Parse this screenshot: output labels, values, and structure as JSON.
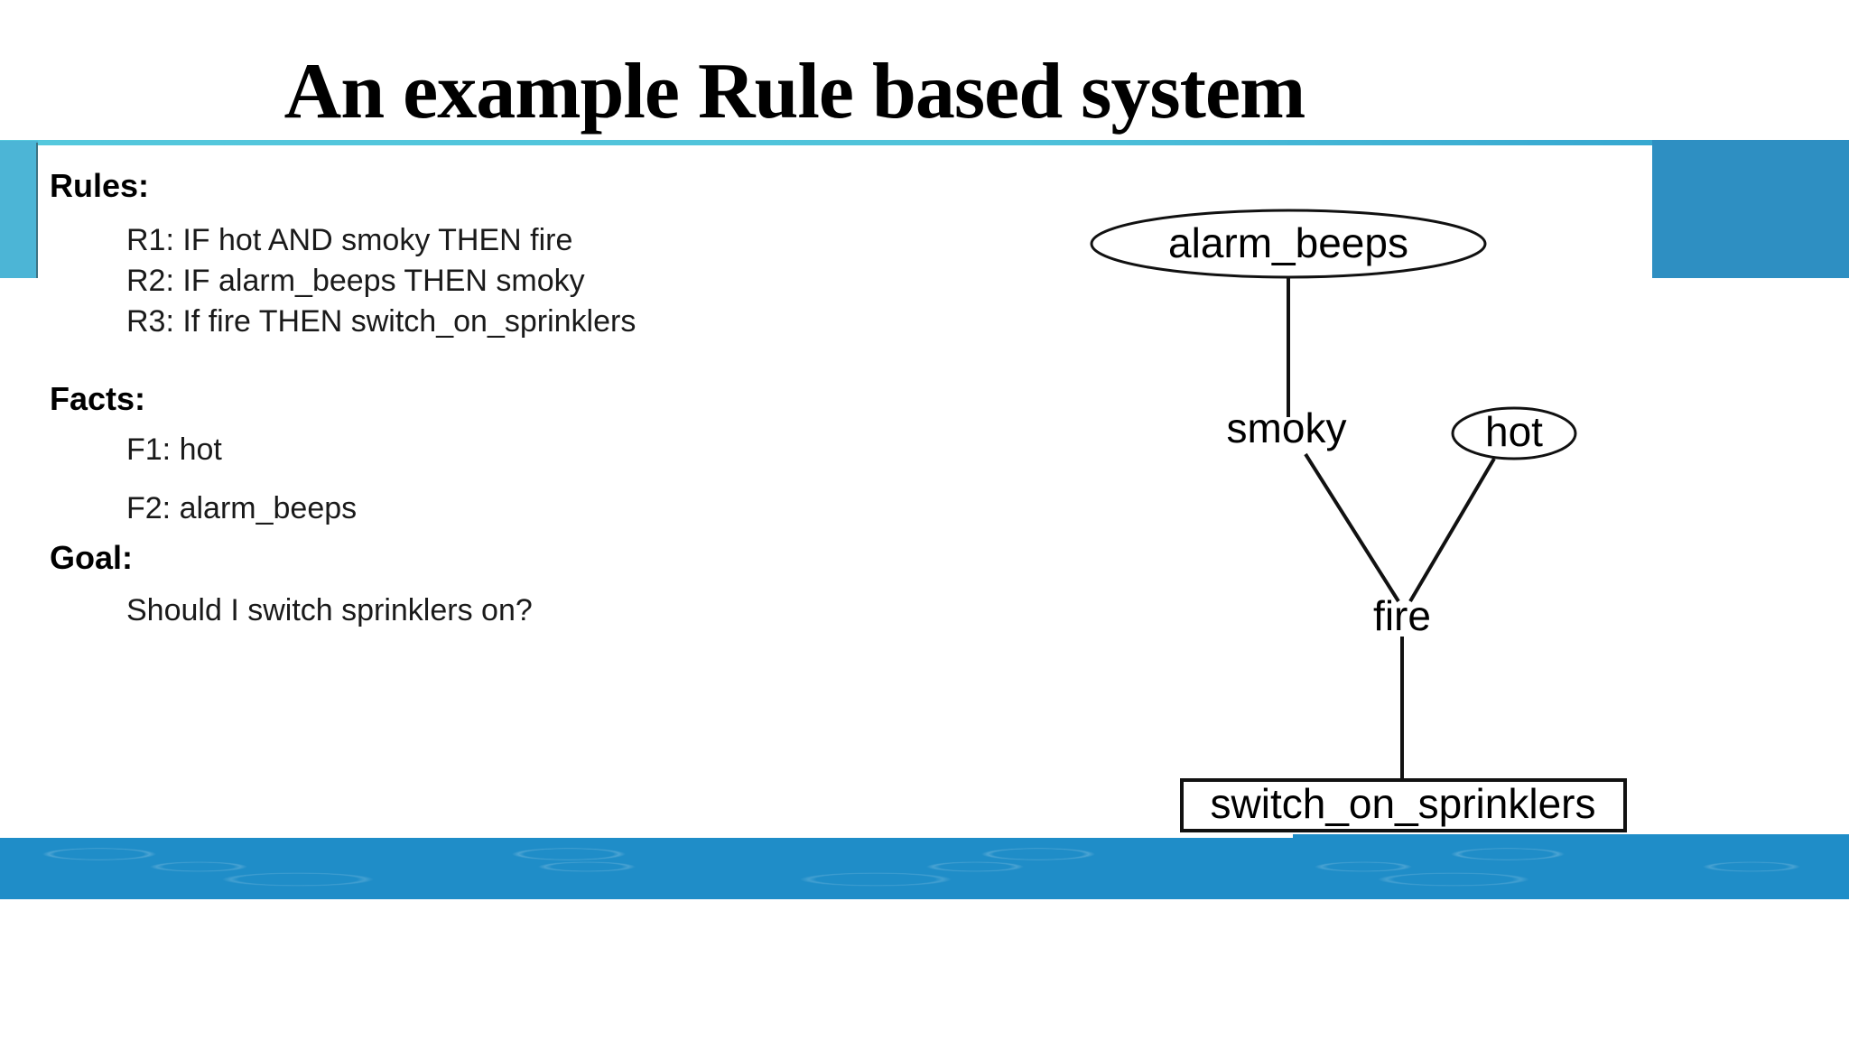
{
  "title": "An example Rule based system",
  "panel": {
    "sections": [
      {
        "heading": "Rules:",
        "items": [
          "R1: IF hot AND smoky THEN fire",
          "R2: IF alarm_beeps THEN smoky",
          "R3: If fire THEN switch_on_sprinklers"
        ]
      },
      {
        "heading": "Facts:",
        "items": [
          "F1: hot",
          "F2: alarm_beeps"
        ]
      },
      {
        "heading": "Goal:",
        "items": [
          "Should I switch sprinklers on?"
        ]
      }
    ]
  },
  "diagram": {
    "nodes": {
      "alarm": {
        "label": "alarm_beeps",
        "shape": "ellipse"
      },
      "smoky": {
        "label": "smoky",
        "shape": "plain-text"
      },
      "hot": {
        "label": "hot",
        "shape": "ellipse"
      },
      "fire": {
        "label": "fire",
        "shape": "plain-text"
      },
      "sprinklers": {
        "label": "switch_on_sprinklers",
        "shape": "rectangle"
      }
    },
    "edges": [
      {
        "from": "alarm_beeps",
        "to": "smoky"
      },
      {
        "from": "smoky",
        "to": "fire"
      },
      {
        "from": "hot",
        "to": "fire"
      },
      {
        "from": "fire",
        "to": "switch_on_sprinklers"
      }
    ]
  },
  "colors": {
    "top_line": "#45c3de",
    "left_strip": "#4cb5d6",
    "right_block": "#2e8fc2",
    "bottom_bar": "#1f8dc8"
  }
}
